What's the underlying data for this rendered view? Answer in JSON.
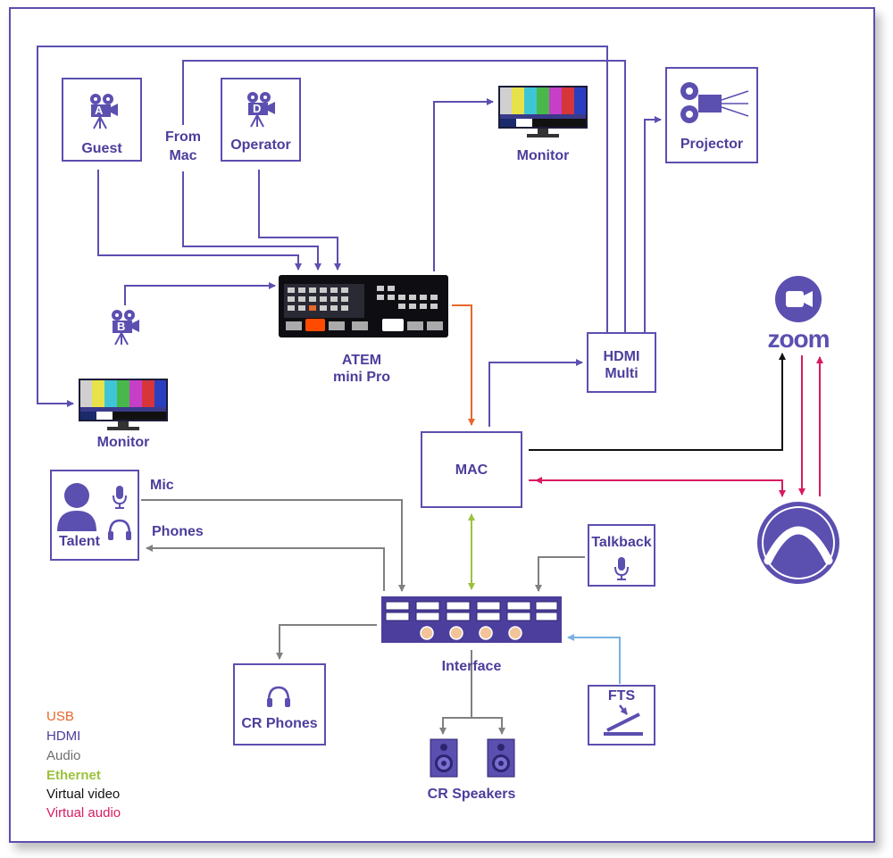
{
  "nodes": {
    "guest": "Guest",
    "cam_a": "A",
    "from_mac_1": "From",
    "from_mac_2": "Mac",
    "operator": "Operator",
    "cam_d": "D",
    "cam_b": "B",
    "monitor_top": "Monitor",
    "projector": "Projector",
    "atem_1": "ATEM",
    "atem_2": "mini Pro",
    "monitor_left": "Monitor",
    "hdmi_multi_1": "HDMI",
    "hdmi_multi_2": "Multi",
    "zoom": "zoom",
    "mac": "MAC",
    "talent": "Talent",
    "mic": "Mic",
    "phones": "Phones",
    "talkback": "Talkback",
    "interface": "Interface",
    "cr_phones": "CR Phones",
    "cr_speakers": "CR Speakers",
    "fts": "FTS"
  },
  "legend": [
    {
      "label": "USB",
      "color": "#e8672a"
    },
    {
      "label": "HDMI",
      "color": "#4b3e9c"
    },
    {
      "label": "Audio",
      "color": "#6e6e6e"
    },
    {
      "label": "Ethernet",
      "color": "#9bc23c"
    },
    {
      "label": "Virtual video",
      "color": "#111111"
    },
    {
      "label": "Virtual audio",
      "color": "#d81b60"
    }
  ],
  "colors": {
    "hdmi": "#5b4fb0",
    "usb": "#e8672a",
    "audio": "#808080",
    "ethernet": "#9bc23c",
    "virtual_video": "#111111",
    "virtual_audio": "#d81b60",
    "thunderbolt_light": "#7ab0e0"
  }
}
